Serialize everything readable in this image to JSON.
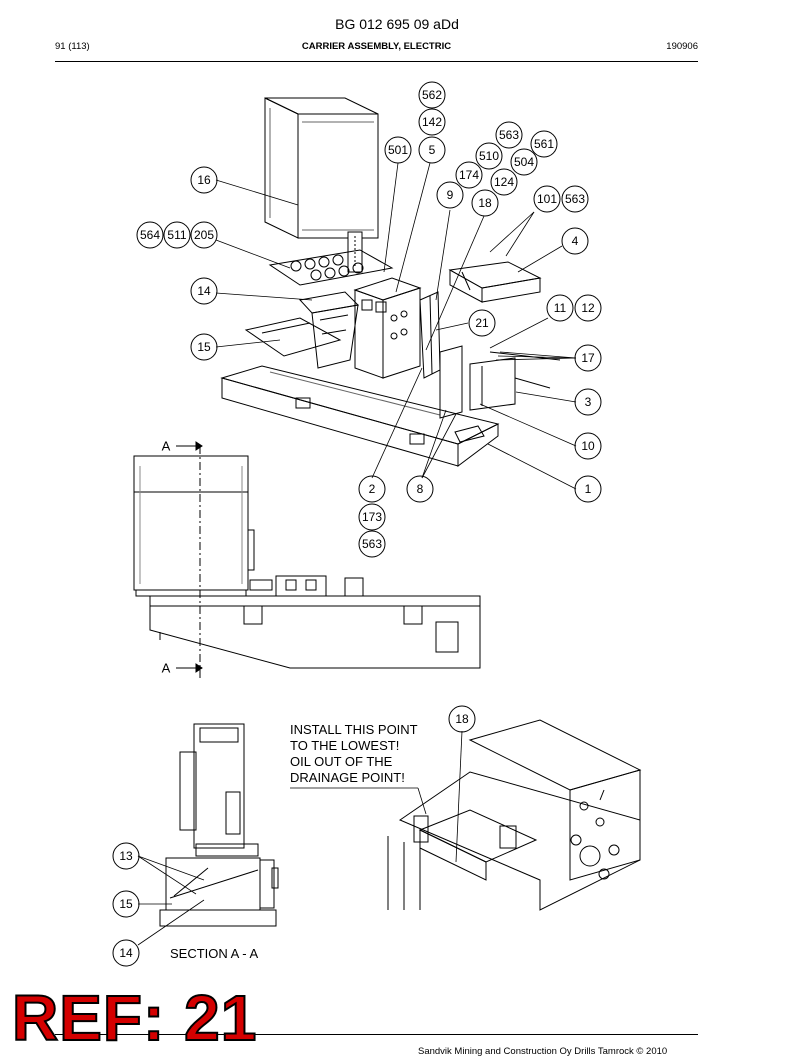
{
  "header": {
    "doc_id": "BG 012 695 09 aDd",
    "page": "91 (113)",
    "title": "CARRIER ASSEMBLY, ELECTRIC",
    "date": "190906"
  },
  "callouts": {
    "c562": "562",
    "c142": "142",
    "c501": "501",
    "c5": "5",
    "c563a": "563",
    "c561": "561",
    "c510": "510",
    "c504": "504",
    "c174": "174",
    "c124": "124",
    "c16": "16",
    "c9": "9",
    "c18a": "18",
    "c101": "101",
    "c563b": "563",
    "c564": "564",
    "c511": "511",
    "c205": "205",
    "c4": "4",
    "c14a": "14",
    "c11": "11",
    "c12": "12",
    "c21": "21",
    "c15a": "15",
    "c17": "17",
    "c3": "3",
    "c10": "10",
    "c2": "2",
    "c8": "8",
    "c1": "1",
    "c173": "173",
    "c563c": "563",
    "c18b": "18",
    "c13": "13",
    "c15b": "15",
    "c14b": "14"
  },
  "section_markers": {
    "top": "A",
    "bottom": "A"
  },
  "install_note": [
    "INSTALL THIS POINT",
    "TO THE LOWEST!",
    "OIL OUT OF THE",
    "DRAINAGE POINT!"
  ],
  "section_label": "SECTION  A - A",
  "ref_stamp": "REF: 21",
  "footer": "Sandvik Mining and Construction Oy Drills Tamrock © 2010"
}
